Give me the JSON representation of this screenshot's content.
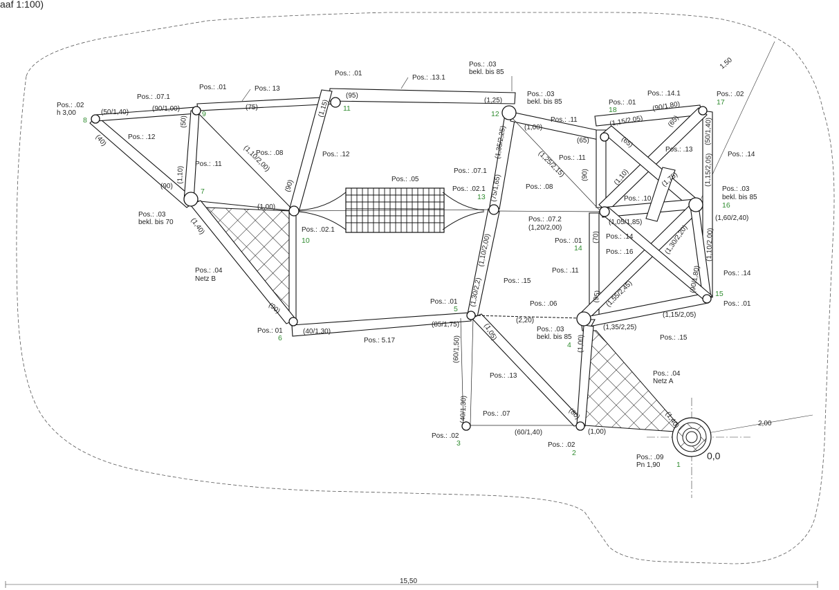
{
  "header": {
    "scale": "aaf 1:100)"
  },
  "dimensions": {
    "total_width": "15,50",
    "offset_diag": "1,50",
    "offset_right": "2,00"
  },
  "origin": {
    "coord": "0,0",
    "pos": "Pos.: .09",
    "height": "Pn 1,90",
    "num": "1"
  },
  "posts": [
    {
      "num": "2",
      "label": "Pos.: .02"
    },
    {
      "num": "3",
      "label": "Pos.: .02"
    },
    {
      "num": "4",
      "label": "Pos.: .03",
      "sub": "bekl. bis 85"
    },
    {
      "num": "5",
      "label": "Pos.: .01"
    },
    {
      "num": "6",
      "label": "Pos.: 01"
    },
    {
      "num": "7",
      "label": "Pos.: .03",
      "sub": "bekl. bis 70"
    },
    {
      "num": "8",
      "label": "Pos.: .02",
      "sub": "h 3,00"
    },
    {
      "num": "9",
      "label": "Pos.: .01"
    },
    {
      "num": "10",
      "label": "Pos.: .02.1"
    },
    {
      "num": "11",
      "label": "Pos.: .01"
    },
    {
      "num": "12",
      "label": "Pos.: .03",
      "sub": "bekl. bis 85"
    },
    {
      "num": "13",
      "label": "Pos.: .02.1"
    },
    {
      "num": "14",
      "label": "Pos.: .01"
    },
    {
      "num": "15",
      "label": "Pos.: .01"
    },
    {
      "num": "16",
      "label": "Pos.: .03",
      "sub": "bekl. bis 85"
    },
    {
      "num": "17",
      "label": "Pos.: .02"
    },
    {
      "num": "18",
      "label": "Pos.: .01"
    }
  ],
  "labels": {
    "pos_03_top": "Pos.: .03",
    "bekl_top": "bekl. bis 85",
    "pos_13_1": "Pos.: .13.1",
    "pos_13": "Pos.: 13",
    "pos_07_1a": "Pos.: .07.1",
    "pos_07_1b": "Pos.: .07.1",
    "pos_12a": "Pos.: .12",
    "pos_12b": "Pos.: .12",
    "pos_11a": "Pos.: .11",
    "pos_11b": "Pos.: .11",
    "pos_11c": "Pos.: .11",
    "pos_11d": "Pos.: .11",
    "pos_08a": "Pos.: .08",
    "pos_08b": "Pos.: .08",
    "pos_05": "Pos.: .05",
    "pos_04b": "Pos.: .04",
    "netz_b": "Netz B",
    "pos_04a": "Pos.: .04",
    "netz_a": "Netz A",
    "pos_07_2": "Pos.: .07.2",
    "pos_07_2_dim": "(1,20/2,00)",
    "pos_15a": "Pos.: .15",
    "pos_15b": "Pos.: .15",
    "pos_06": "Pos.: .06",
    "pos_5_17": "Pos.: 5.17",
    "pos_13b": "Pos.: .13",
    "pos_13c": "Pos.: .13",
    "pos_07": "Pos.: .07",
    "pos_14_1": "Pos.: .14.1",
    "pos_14a": "Pos.: .14",
    "pos_14b": "Pos.: .14",
    "pos_14c": "Pos.: .14",
    "pos_16": "Pos.: .16",
    "pos_10": "Pos.: .10"
  },
  "beam_dims": [
    "(50/1,40)",
    "(90/1,00)",
    "(40)",
    "(90)",
    "(1,40)",
    "(50)",
    "(1,10)",
    "(75)",
    "(1,15)",
    "(95)",
    "(1,25)",
    "(1,10/2,00)",
    "(90)",
    "(1,00)",
    "(1,35/2,25)",
    "(75/1,65)",
    "(1,00)",
    "(65)",
    "(1,25/2,15)",
    "(90)",
    "(1,10/2,00)",
    "(1,30/2,2)",
    "(40/1,30)",
    "(85/1,75)",
    "(2,20)",
    "(1,05)",
    "(60/1,50)",
    "(40/1,30)",
    "(60/1,40)",
    "(80)",
    "(1,00)",
    "(1,00)",
    "(1,40)",
    "(95)",
    "(1,55/2,45)",
    "(1,35/2,25)",
    "(1,15/2,05)",
    "(70)",
    "(1,05/1,85)",
    "(1,30/2,20)",
    "(90/1,80)",
    "(1,10/2,00)",
    "(1,60/2,40)",
    "(1,75)",
    "(1,10)",
    "(65)",
    "(65)",
    "(1,15/2,05)",
    "(90/1,80)",
    "(50/1,40)",
    "(1,15/2,05)",
    "(90)"
  ]
}
